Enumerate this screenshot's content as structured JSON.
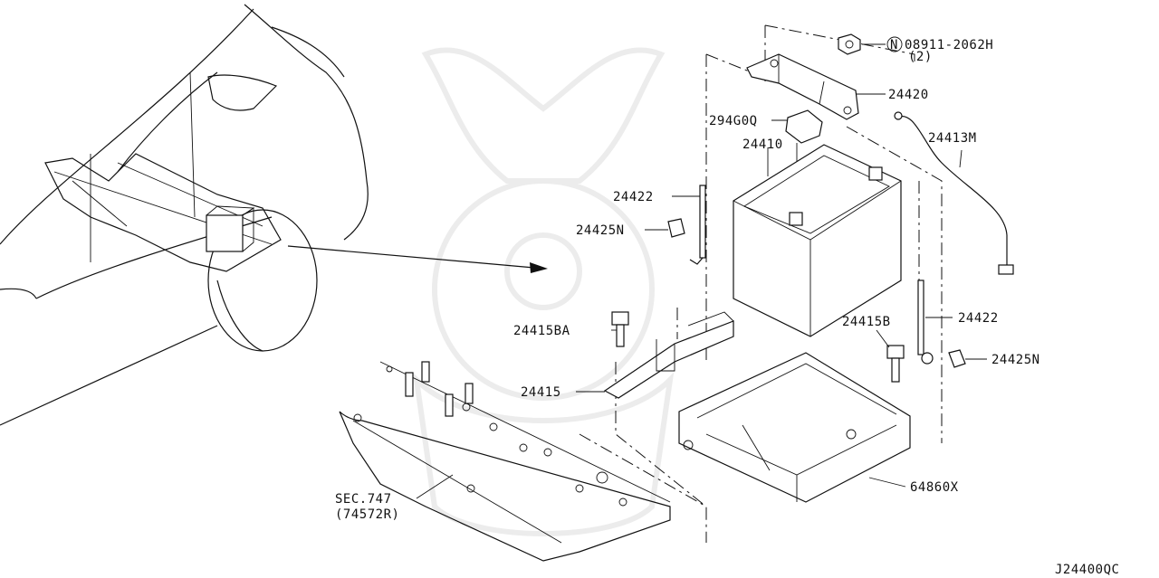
{
  "diagram_code": "J24400QC",
  "labels": {
    "nut_part": "08911-2062H",
    "nut_qty": "(2)",
    "nut_symbol": "N",
    "bracket_top": "24420",
    "sensor": "294G0Q",
    "battery": "24410",
    "cable_right": "24413M",
    "rod_left": "24422",
    "clip_left": "24425N",
    "bolt_left": "24415BA",
    "rod_right": "24422",
    "bolt_right": "24415B",
    "clip_right": "24425N",
    "hold_down": "24415",
    "tray": "64860X",
    "sec_ref": "SEC.747",
    "sec_sub": "(74572R)"
  },
  "colors": {
    "line": "#111111",
    "background": "#ffffff",
    "watermark": "#ececec"
  }
}
